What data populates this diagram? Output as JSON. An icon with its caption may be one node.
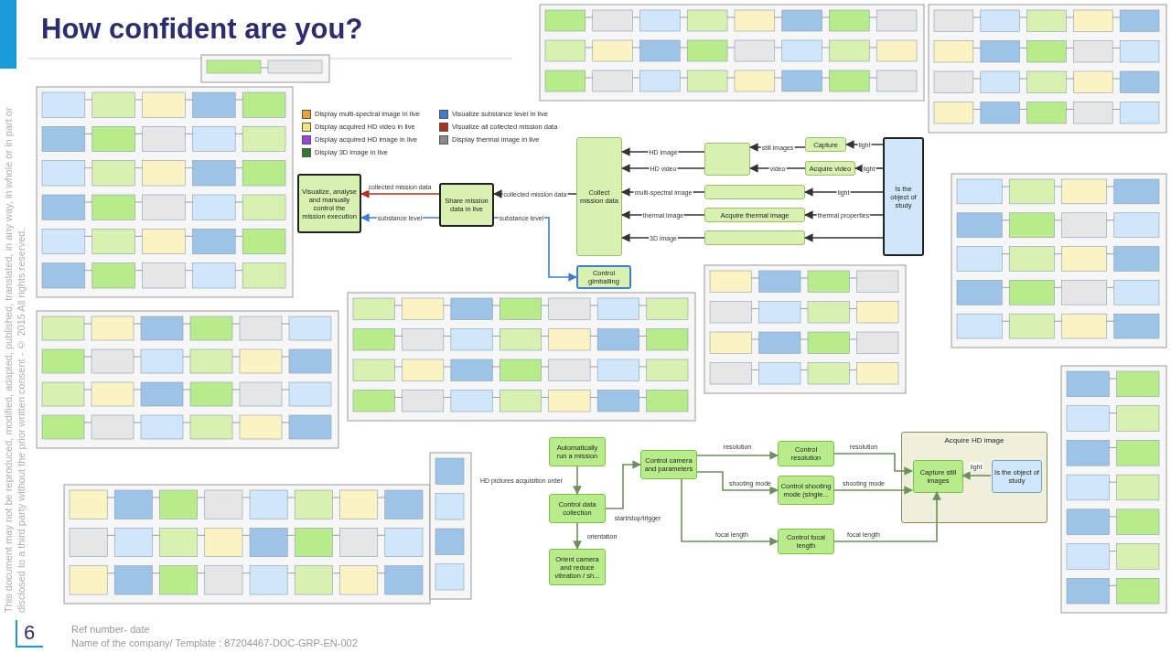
{
  "diagram": {
    "title": "How confident are you?",
    "nodes": [
      {
        "text": [
          "Visualize, analyse and manually control the mission execution"
        ]
      },
      {
        "text": [
          "Share mission data in live"
        ]
      },
      {
        "text": [
          "Collect mission data"
        ]
      },
      {
        "text": [
          "Control gimballing"
        ]
      },
      {
        "text": [],
        "shape": "box"
      },
      {
        "text": [],
        "shape": "box"
      },
      {
        "text": [
          "Acquire thermal image"
        ]
      },
      {
        "text": [],
        "shape": "box"
      },
      {
        "text": [
          "Capture"
        ]
      },
      {
        "text": [
          "Acquire video"
        ]
      },
      {
        "text": [
          "Is the object of study"
        ]
      },
      {
        "text": [
          "Automatically run a mission"
        ]
      },
      {
        "text": [
          "Control data collection"
        ]
      },
      {
        "text": [
          "Orient camera and reduce vibration / sh..."
        ]
      },
      {
        "text": [
          "Control camera and parameters"
        ]
      },
      {
        "text": [
          "Control resolution"
        ]
      },
      {
        "text": [
          "Control shooting mode (single..."
        ]
      },
      {
        "text": [
          "Control focal length"
        ]
      },
      {
        "text": [
          "Acquire HD image"
        ]
      },
      {
        "text": [
          "Capture still images"
        ],
        "in": 18
      },
      {
        "text": [
          "Is the object of study"
        ],
        "in": 18
      }
    ],
    "edges": [
      {
        "from": 2,
        "to": 1,
        "label": "collected mission data",
        "arrow": "to"
      },
      {
        "from": 1,
        "to": 0,
        "label": "collected mission data",
        "arrow": "to",
        "color": "#b03020"
      },
      {
        "from": 1,
        "to": 0,
        "label": "substance level",
        "arrow": "to",
        "color": "#3a7fd5"
      },
      {
        "from": 1,
        "to": 3,
        "label": "substance level",
        "arrow": "to",
        "color": "#3a7fd5"
      },
      {
        "from": 4,
        "to": 2,
        "label": "HD image",
        "arrow": "to"
      },
      {
        "from": 4,
        "to": 2,
        "label": "HD video",
        "arrow": "to"
      },
      {
        "from": 5,
        "to": 2,
        "label": "multi-spectral image",
        "arrow": "to"
      },
      {
        "from": 6,
        "to": 2,
        "label": "thermal image",
        "arrow": "to"
      },
      {
        "from": 7,
        "to": 2,
        "label": "3D image",
        "arrow": "to"
      },
      {
        "from": 8,
        "to": 4,
        "label": "still images",
        "arrow": "to"
      },
      {
        "from": 9,
        "to": 4,
        "label": "video",
        "arrow": "to"
      },
      {
        "from": 10,
        "to": 8,
        "label": "light",
        "arrow": "to"
      },
      {
        "from": 10,
        "to": 9,
        "label": "light",
        "arrow": "to"
      },
      {
        "from": 10,
        "to": 5,
        "label": "light",
        "arrow": "to"
      },
      {
        "from": 10,
        "to": 6,
        "label": "thermal properties",
        "arrow": "to"
      },
      {
        "from": 10,
        "to": 7,
        "arrow": "to"
      },
      {
        "from": 11,
        "to": 12,
        "label": "HD pictures acquisition order",
        "arrow": "to",
        "color": "#6d8f5d"
      },
      {
        "from": 12,
        "to": 14,
        "label": "start/stop/trigger",
        "arrow": "to",
        "color": "#6d8f5d"
      },
      {
        "from": 12,
        "to": 13,
        "label": "orientation",
        "arrow": "to",
        "color": "#6d8f5d"
      },
      {
        "from": 14,
        "to": 15,
        "label": "resolution",
        "arrow": "to",
        "color": "#6d8f5d"
      },
      {
        "from": 14,
        "to": 16,
        "label": "shooting mode",
        "arrow": "to",
        "color": "#6d8f5d"
      },
      {
        "from": 14,
        "to": 17,
        "label": "focal length",
        "arrow": "to",
        "color": "#6d8f5d"
      },
      {
        "from": 15,
        "to": 19,
        "label": "resolution",
        "arrow": "to",
        "color": "#6d8f5d"
      },
      {
        "from": 16,
        "to": 19,
        "label": "shooting mode",
        "arrow": "to",
        "color": "#6d8f5d"
      },
      {
        "from": 17,
        "to": 19,
        "label": "focal length",
        "arrow": "to",
        "color": "#6d8f5d"
      },
      {
        "from": 20,
        "to": 19,
        "label": "light",
        "arrow": "to",
        "color": "#6d8f5d"
      }
    ],
    "labels": [
      "This document may not be reproduced, modified, adapted, published, translated, in any way, in whole or in part or disclosed to a third party without the prior written consent - © 2015 All rights reserved.",
      "6",
      "Ref number- date",
      "Name of  the company/ Template : 87204467-DOC-GRP-EN-002"
    ],
    "legend": [
      {
        "text": "Display multi-spectral image in live",
        "color": "#f0a030"
      },
      {
        "text": "Display acquired HD video in live",
        "color": "#f5e67a"
      },
      {
        "text": "Display acquired HD image in live",
        "color": "#a040e0"
      },
      {
        "text": "Display 3D image in live",
        "color": "#2e7d32"
      },
      {
        "text": "Visualize substance level in live",
        "color": "#3a7fd5"
      },
      {
        "text": "Visualize all collected mission data",
        "color": "#b03020"
      },
      {
        "text": "Display thermal image in live",
        "color": "#8a8a8a"
      }
    ]
  }
}
